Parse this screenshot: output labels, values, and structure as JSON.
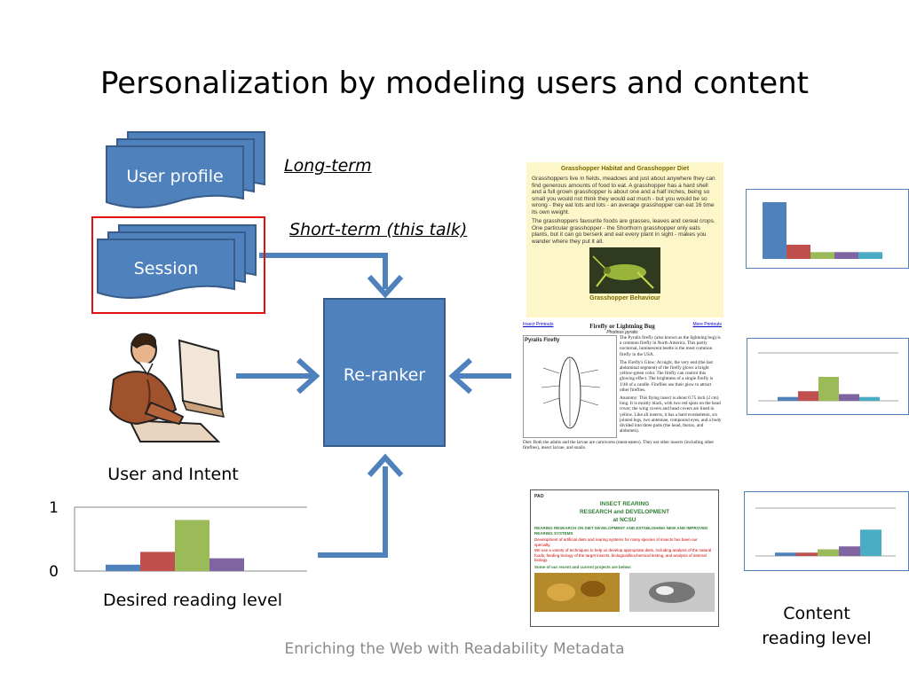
{
  "title": "Personalization by modeling users and content",
  "user_profile_label": "User profile",
  "session_label": "Session",
  "long_term_label": "Long-term",
  "short_term_label": "Short-term (this talk)",
  "reranker_label": "Re-ranker",
  "user_intent_label": "User and Intent",
  "desired_reading_label": "Desired reading level",
  "content_reading_label": "Content reading level",
  "footer": "Enriching the Web with Readability Metadata",
  "colors": {
    "blue": "#4f81bd",
    "red": "#c0504d",
    "green": "#9bbb59",
    "purple": "#8064a2",
    "teal": "#4bacc6",
    "highlight": "#e01010"
  },
  "doc1": {
    "heading": "Grasshopper Habitat and Grasshopper Diet",
    "para1": "Grasshoppers live in fields, meadows and just about anywhere they can find generous amounts of food to eat. A grasshopper has a hard shell and a full grown grasshopper is about one and a half inches, being so small you would not think they would eat much - but you would be so wrong - they eat lots and lots - an average grasshopper can eat 16 time its own weight.",
    "para2": "The grasshoppers favourite foods are grasses, leaves and cereal crops. One particular grasshopper - the Shorthorn grasshopper only eats plants, but it can go berserk and eat every plant in sight - makes you wander where they put it all.",
    "footer_heading": "Grasshopper Behaviour"
  },
  "doc2": {
    "left_link": "Insect Printouts",
    "right_link": "More Printouts",
    "heading": "Firefly or Lightning Bug",
    "subheading": "Photinus pyralis",
    "diagram_title": "Pyralis Firefly",
    "p1": "The Pyralis firefly (also known as the lightning bug) is a common firefly in North America. This partly nocturnal, luminescent beetle is the most common firefly in the USA.",
    "p2": "The Firefly's Glow: At night, the very end (the last abdominal segment) of the firefly glows a bright yellow-green color. The firefly can control this glowing effect. The brightness of a single firefly is 1/40 of a candle. Fireflies use their glow to attract other fireflies.",
    "p3": "Anatomy: This flying insect is about 0.75 inch (2 cm) long. It is mostly black, with two red spots on the head cover; the wing covers and head covers are lined in yellow. Like all insects, it has a hard exoskeleton, six jointed legs, two antennae, compound eyes, and a body divided into three parts (the head, thorax, and abdomen).",
    "p4": "Diet: Both the adults and the larvae are carnivores (meat-eaters). They eat other insects (including other fireflies), insect larvae, and snails."
  },
  "doc3": {
    "tag": "PAO",
    "heading1": "INSECT REARING",
    "heading2": "RESEARCH and DEVELOPMENT",
    "heading3": "at NCSU",
    "subheading": "REARING RESEARCH ON DIET DEVELOPMENT AND ESTABLISHING NEW AND IMPROVED REARING SYSTEMS",
    "bullet1": "Development of artificial diets and rearing systems for many species of insects has been our specialty.",
    "bullet2": "We use a variety of techniques to help us develop appropriate diets, including analysis of the natural foods, feeding biology of the target insects, biological/biochemical testing, and analysis of internal biology.",
    "projects": "Some of our recent and current projects are below:"
  },
  "chart_data": [
    {
      "type": "bar",
      "role": "desired-reading-level",
      "values": [
        0.1,
        0.3,
        0.8,
        0.2
      ],
      "ylim": [
        0,
        1
      ],
      "tick_labels": [
        "1",
        "0"
      ]
    },
    {
      "type": "bar",
      "role": "content-level-1",
      "values": [
        1.0,
        0.25,
        0.12,
        0.12,
        0.12
      ],
      "ylim": [
        0,
        1
      ]
    },
    {
      "type": "bar",
      "role": "content-level-2",
      "values": [
        0.08,
        0.2,
        0.5,
        0.14,
        0.08
      ],
      "ylim": [
        0,
        1
      ]
    },
    {
      "type": "bar",
      "role": "content-level-3",
      "values": [
        0.07,
        0.07,
        0.14,
        0.2,
        0.55
      ],
      "ylim": [
        0,
        1
      ]
    }
  ]
}
